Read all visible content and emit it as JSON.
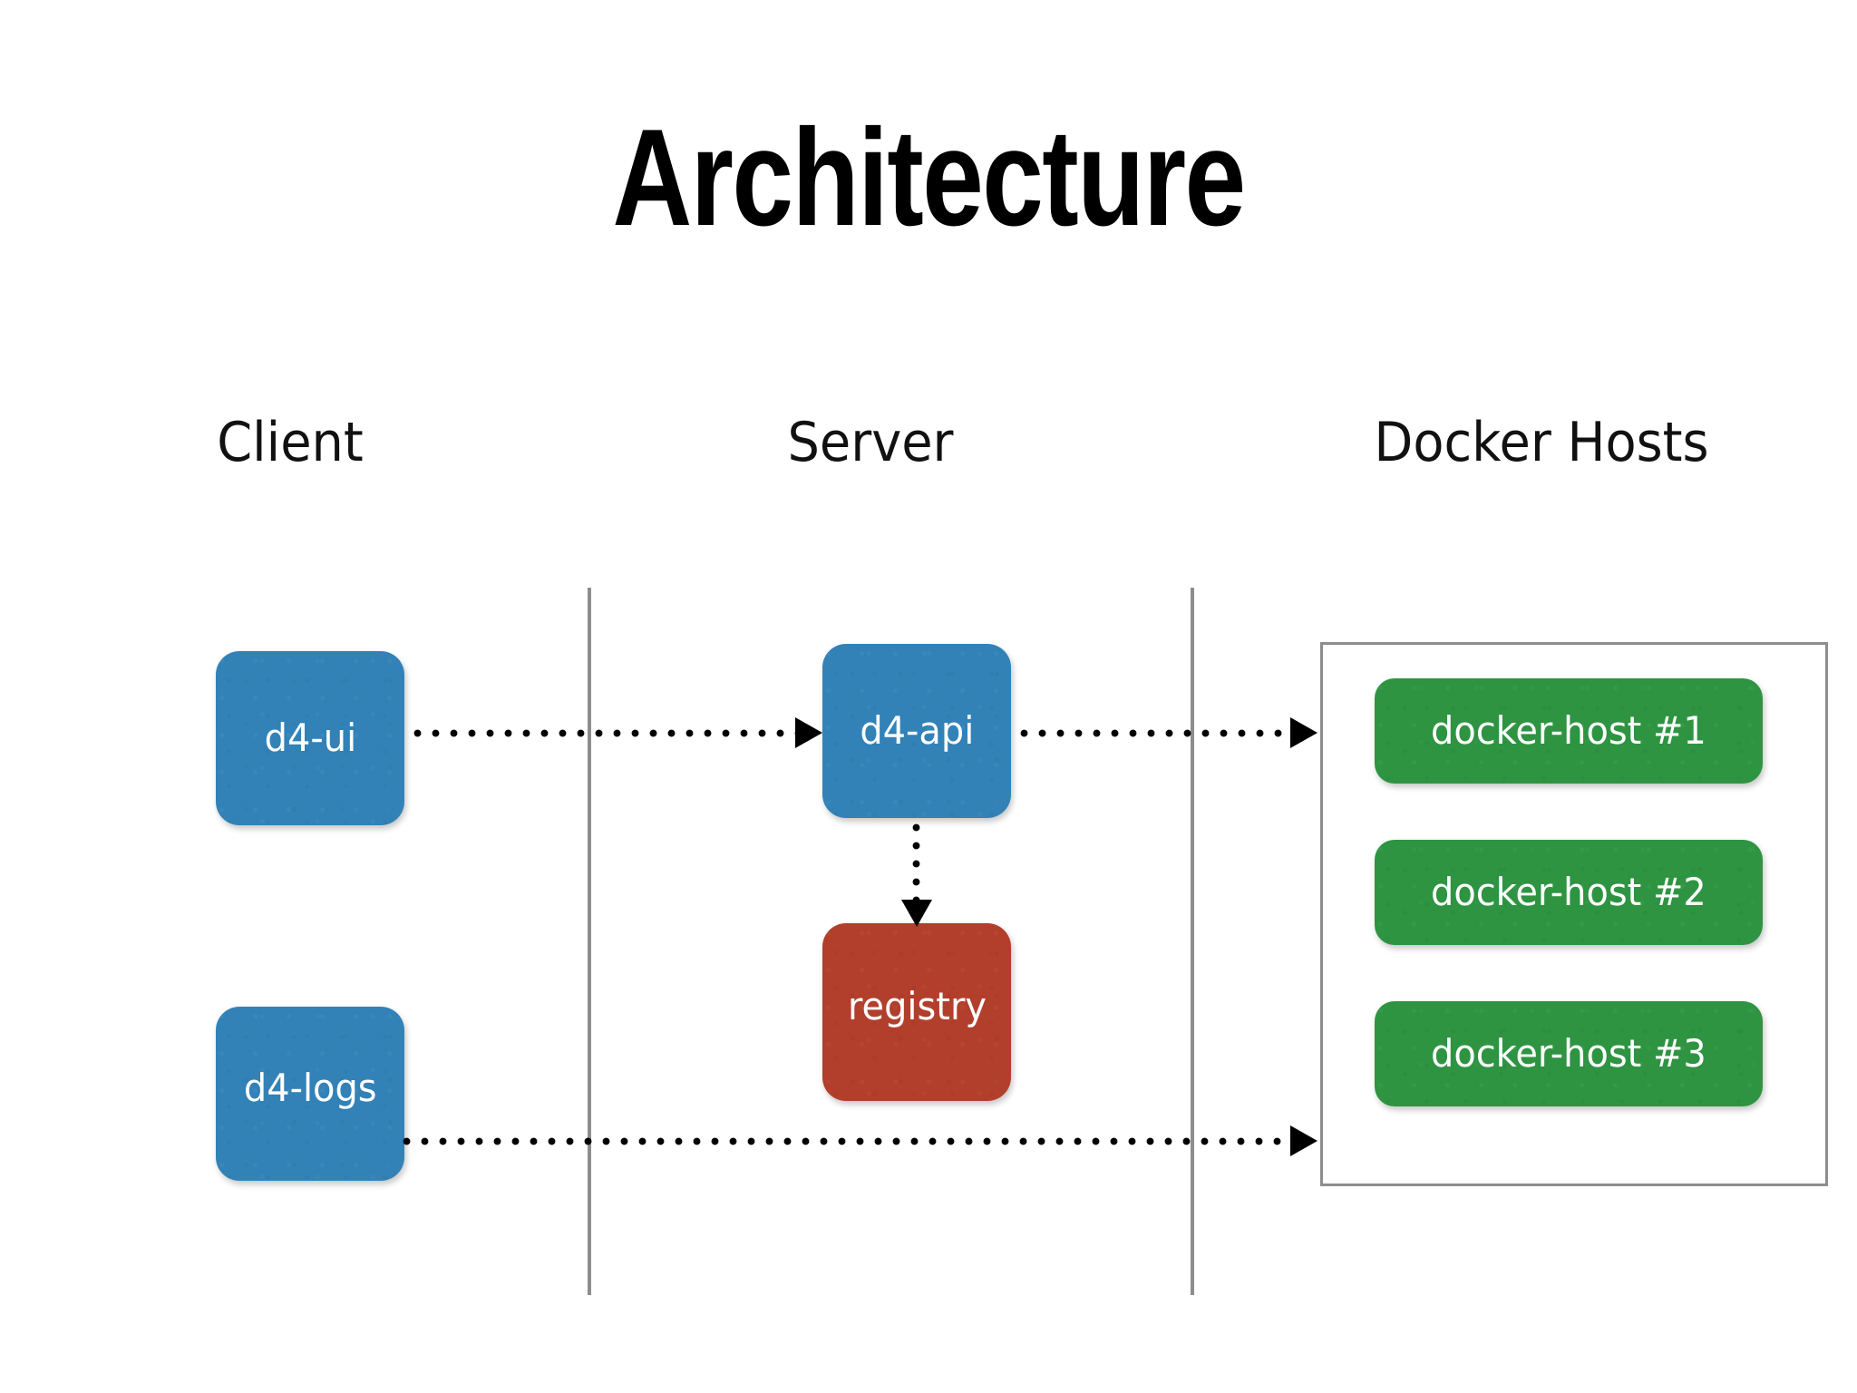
{
  "slide": {
    "title": "Architecture",
    "background_color": "#ffffff"
  },
  "lanes": [
    {
      "id": "client",
      "label": "Client"
    },
    {
      "id": "server",
      "label": "Server"
    },
    {
      "id": "docker-hosts",
      "label": "Docker Hosts"
    }
  ],
  "colors": {
    "node_blue": "#3282b8",
    "node_red": "#b23f2c",
    "node_green": "#2e9442",
    "divider_gray": "#8d8d8d",
    "container_border": "#8d8d8d",
    "connector": "#000000",
    "node_text": "#ffffff",
    "title_text": "#000000"
  },
  "nodes": {
    "d4_ui": {
      "label": "d4-ui",
      "lane": "client",
      "color": "#3282b8"
    },
    "d4_logs": {
      "label": "d4-logs",
      "lane": "client",
      "color": "#3282b8"
    },
    "d4_api": {
      "label": "d4-api",
      "lane": "server",
      "color": "#3282b8"
    },
    "registry": {
      "label": "registry",
      "lane": "server",
      "color": "#b23f2c"
    }
  },
  "docker_hosts": {
    "container_label": "",
    "hosts": [
      {
        "label": "docker-host #1",
        "color": "#2e9442"
      },
      {
        "label": "docker-host #2",
        "color": "#2e9442"
      },
      {
        "label": "docker-host #3",
        "color": "#2e9442"
      }
    ]
  },
  "connections": [
    {
      "from": "d4-ui",
      "to": "d4-api",
      "style": "dotted",
      "direction": "right"
    },
    {
      "from": "d4-api",
      "to": "docker-hosts",
      "style": "dotted",
      "direction": "right"
    },
    {
      "from": "d4-api",
      "to": "registry",
      "style": "dotted",
      "direction": "down"
    },
    {
      "from": "d4-logs",
      "to": "docker-hosts",
      "style": "dotted",
      "direction": "right"
    }
  ]
}
